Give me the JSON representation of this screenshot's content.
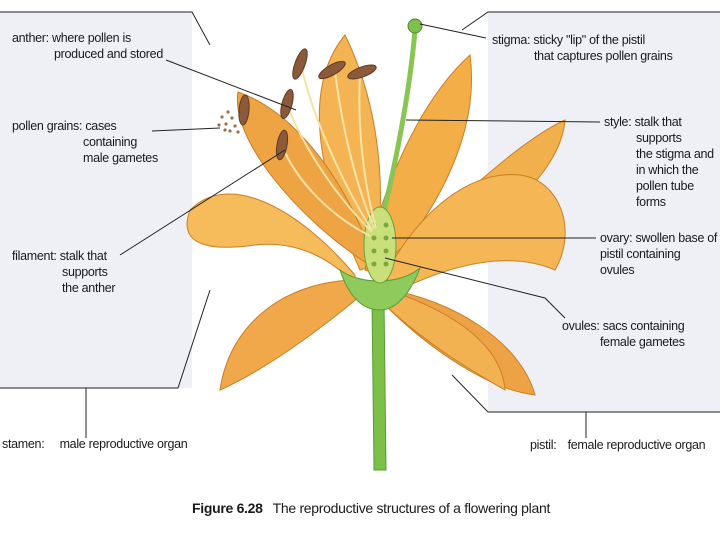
{
  "labels": {
    "anther": {
      "term": "anther:",
      "line1": "where pollen is",
      "line2": "produced and stored"
    },
    "pollen": {
      "term": "pollen grains:",
      "line1": "cases",
      "line2": "containing",
      "line3": "male gametes"
    },
    "filament": {
      "term": "filament:",
      "line1": "stalk that",
      "line2": "supports",
      "line3": "the anther"
    },
    "stamen": {
      "term": "stamen:",
      "desc": "male reproductive organ"
    },
    "stigma": {
      "term": "stigma:",
      "line1": "sticky \"lip\" of the pistil",
      "line2": "that captures pollen grains"
    },
    "style": {
      "term": "style:",
      "line1": "stalk that",
      "line2": "supports",
      "line3": "the stigma and",
      "line4": "in which the",
      "line5": "pollen tube",
      "line6": "forms"
    },
    "ovary": {
      "term": "ovary:",
      "line1": "swollen base of",
      "line2": "pistil containing",
      "line3": "ovules"
    },
    "ovules": {
      "term": "ovules:",
      "line1": "sacs containing",
      "line2": "female gametes"
    },
    "pistil": {
      "term": "pistil:",
      "desc": "female reproductive organ"
    }
  },
  "caption": {
    "number": "Figure 6.28",
    "text": "The reproductive structures of a flowering plant"
  },
  "colors": {
    "petal": "#f2b04e",
    "petal_dark": "#d98a2a",
    "stem": "#7cc04a",
    "anther": "#8a5a3a",
    "panel": "#eef0f6"
  }
}
